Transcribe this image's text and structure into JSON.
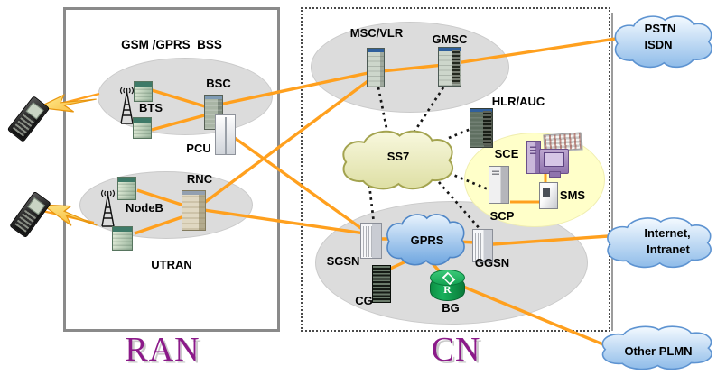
{
  "diagram": {
    "ran": {
      "title": "RAN",
      "bss_label": "GSM /GPRS  BSS",
      "bts_label": "BTS",
      "bsc_label": "BSC",
      "pcu_label": "PCU",
      "utran_label": "UTRAN",
      "nodeb_label": "NodeB",
      "rnc_label": "RNC"
    },
    "cn": {
      "title": "CN",
      "msc_label": "MSC/VLR",
      "gmsc_label": "GMSC",
      "hlr_label": "HLR/AUC",
      "ss7_label": "SS7",
      "sce_label": "SCE",
      "scp_label": "SCP",
      "sms_label": "SMS",
      "sgsn_label": "SGSN",
      "gprs_label": "GPRS",
      "ggsn_label": "GGSN",
      "cg_label": "CG",
      "bg_label": "BG",
      "router_letter": "R"
    },
    "external": {
      "pstn_line1": "PSTN",
      "pstn_line2": "ISDN",
      "internet_line1": "Internet,",
      "internet_line2": "Intranet",
      "other_plmn": "Other PLMN"
    },
    "colors": {
      "orange_link": "#FFA01E",
      "signaling_black": "#151515",
      "region_label_purple": "#8B1A89",
      "ss7_cloud_fill": "#EFF0C8",
      "ip_cloud_fill": "#BBD9F3",
      "sce_ellipse_fill": "#FFFFC9",
      "node_ellipse_fill": "#DCDCDC"
    }
  }
}
